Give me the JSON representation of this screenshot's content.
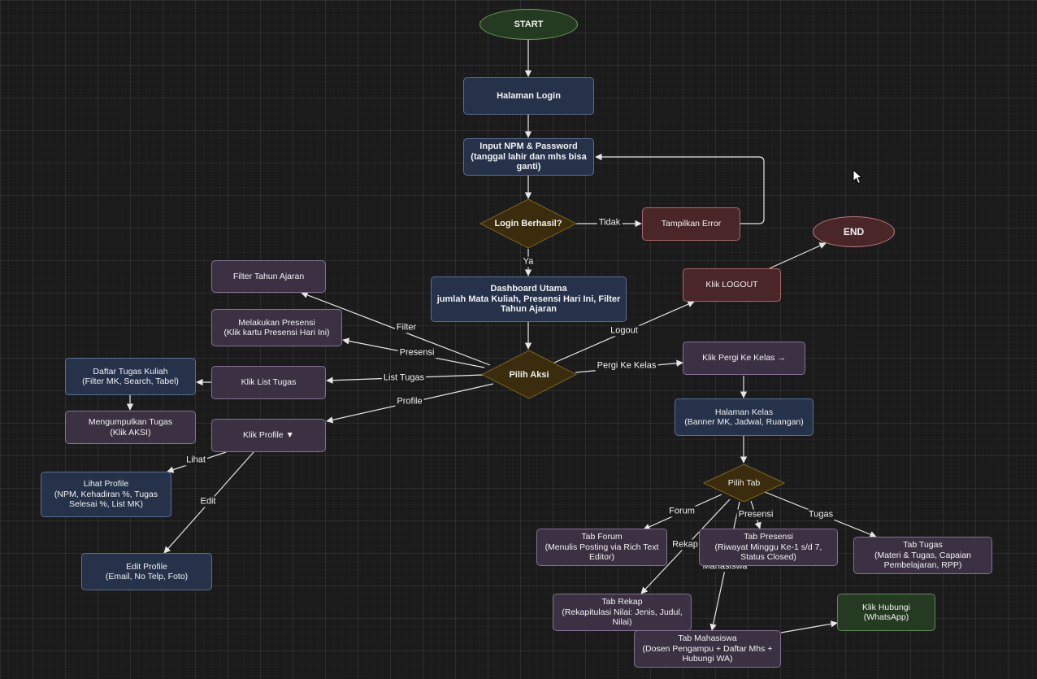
{
  "nodes": {
    "start": "START",
    "login_page": "Halaman Login",
    "input_npm": "Input NPM & Password (tanggal lahir dan mhs bisa ganti)",
    "login_check": "Login Berhasil?",
    "show_error": "Tampilkan Error",
    "end": "END",
    "dashboard": "Dashboard Utama\njumlah Mata Kuliah, Presensi Hari Ini, Filter Tahun Ajaran",
    "pilih_aksi": "Pilih Aksi",
    "filter_tahun": "Filter Tahun Ajaran",
    "melakukan_presensi": "Melakukan Presensi\n(Klik kartu Presensi Hari Ini)",
    "klik_list_tugas": "Klik List Tugas",
    "daftar_tugas": "Daftar Tugas Kuliah\n(Filter MK, Search, Tabel)",
    "mengumpulkan_tugas": "Mengumpulkan Tugas\n(Klik AKSI)",
    "klik_profile": "Klik Profile ▼",
    "lihat_profile": "Lihat Profile\n(NPM, Kehadiran %, Tugas Selesai %, List MK)",
    "edit_profile": "Edit Profile\n(Email, No Telp, Foto)",
    "klik_logout": "Klik LOGOUT",
    "klik_pergi_kelas": "Klik Pergi Ke Kelas →",
    "halaman_kelas": "Halaman Kelas\n(Banner MK, Jadwal, Ruangan)",
    "pilih_tab": "Pilih Tab",
    "tab_forum": "Tab Forum\n(Menulis Posting via Rich Text Editor)",
    "tab_presensi": "Tab Presensi\n(Riwayat Minggu Ke-1 s/d 7, Status Closed)",
    "tab_tugas": "Tab Tugas\n(Materi & Tugas, Capaian Pembelajaran, RPP)",
    "tab_rekap": "Tab Rekap\n(Rekapitulasi Nilai: Jenis, Judul, Nilai)",
    "tab_mahasiswa": "Tab Mahasiswa\n(Dosen Pengampu + Daftar Mhs + Hubungi WA)",
    "klik_hubungi": "Klik Hubungi\n(WhatsApp)"
  },
  "edge_labels": {
    "tidak": "Tidak",
    "ya": "Ya",
    "filter": "Filter",
    "presensi": "Presensi",
    "list_tugas": "List Tugas",
    "profile": "Profile",
    "logout": "Logout",
    "pergi_ke_kelas": "Pergi Ke Kelas",
    "lihat": "Lihat",
    "edit": "Edit",
    "forum": "Forum",
    "tab_presensi": "Presensi",
    "tugas": "Tugas",
    "rekap": "Rekap",
    "mahasiswa": "Mahasiswa"
  },
  "colors": {
    "process": "#25324a",
    "action": "#3b3143",
    "error": "#4a2628",
    "start": "#243a21",
    "decision": "#3a2c0c",
    "edge": "#e6e6e6"
  }
}
